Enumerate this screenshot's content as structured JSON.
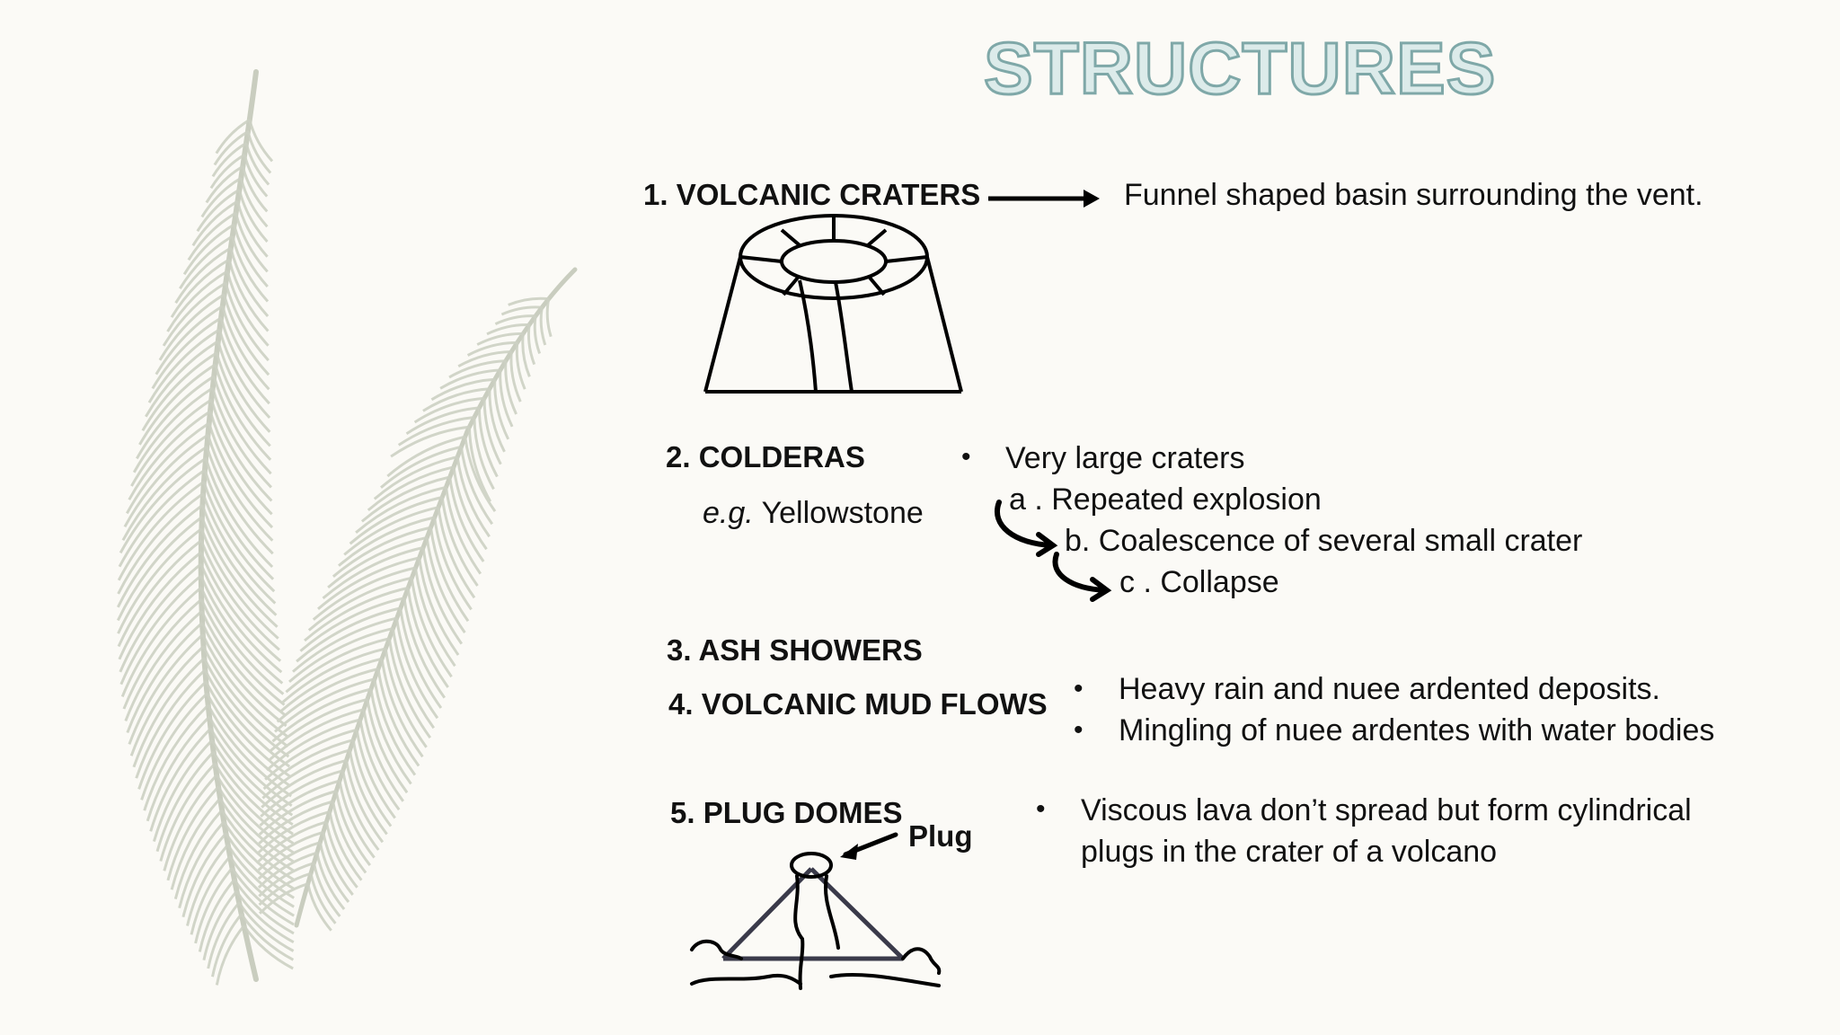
{
  "title": "STRUCTURES",
  "items": [
    {
      "heading": "1. VOLCANIC CRATERS",
      "description": "Funnel shaped basin surrounding the vent."
    },
    {
      "heading": "2. COLDERAS",
      "example_prefix": "e.g.",
      "example": "Yellowstone",
      "bullet": "Very large craters",
      "steps": [
        "a . Repeated explosion",
        "b. Coalescence of several small crater",
        "c . Collapse"
      ]
    },
    {
      "heading": "3. ASH SHOWERS"
    },
    {
      "heading": "4. VOLCANIC MUD FLOWS",
      "bullets": [
        "Heavy rain and nuee ardented deposits.",
        "Mingling of nuee ardentes with water bodies"
      ]
    },
    {
      "heading": "5. PLUG DOMES",
      "diagram_label": "Plug",
      "bullet_lines": [
        "Viscous lava don’t spread but form cylindrical",
        "plugs in the crater of a volcano"
      ]
    }
  ],
  "bullet_glyph": "•",
  "colors": {
    "title_fill": "#dcebea",
    "title_stroke": "#7fa8a8",
    "feather": "#c9cdbf",
    "background": "#fbfaf6"
  }
}
